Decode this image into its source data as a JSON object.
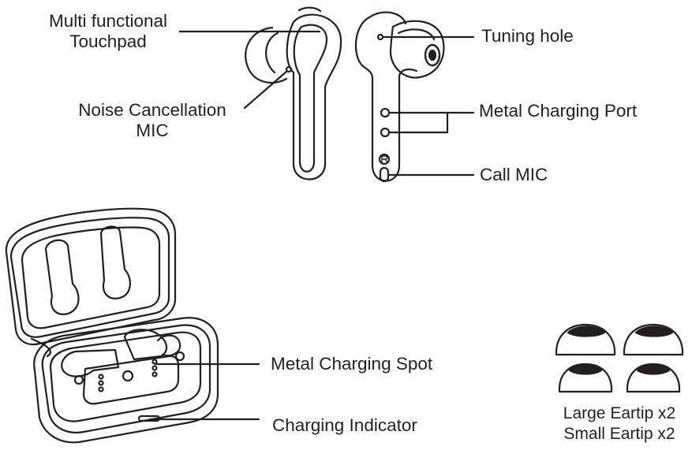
{
  "labels": {
    "touchpad": [
      "Multi functional",
      "Touchpad"
    ],
    "noise_mic": [
      "Noise Cancellation",
      "MIC"
    ],
    "tuning_hole": "Tuning hole",
    "charging_port": "Metal Charging Port",
    "call_mic": "Call MIC",
    "charging_spot": "Metal Charging Spot",
    "charging_indicator": "Charging Indicator",
    "eartips": [
      "Large Eartip x2",
      "Small Eartip x2"
    ]
  },
  "colors": {
    "line": "#231f20",
    "background": "#ffffff",
    "eartip_inner": "#231f20"
  }
}
